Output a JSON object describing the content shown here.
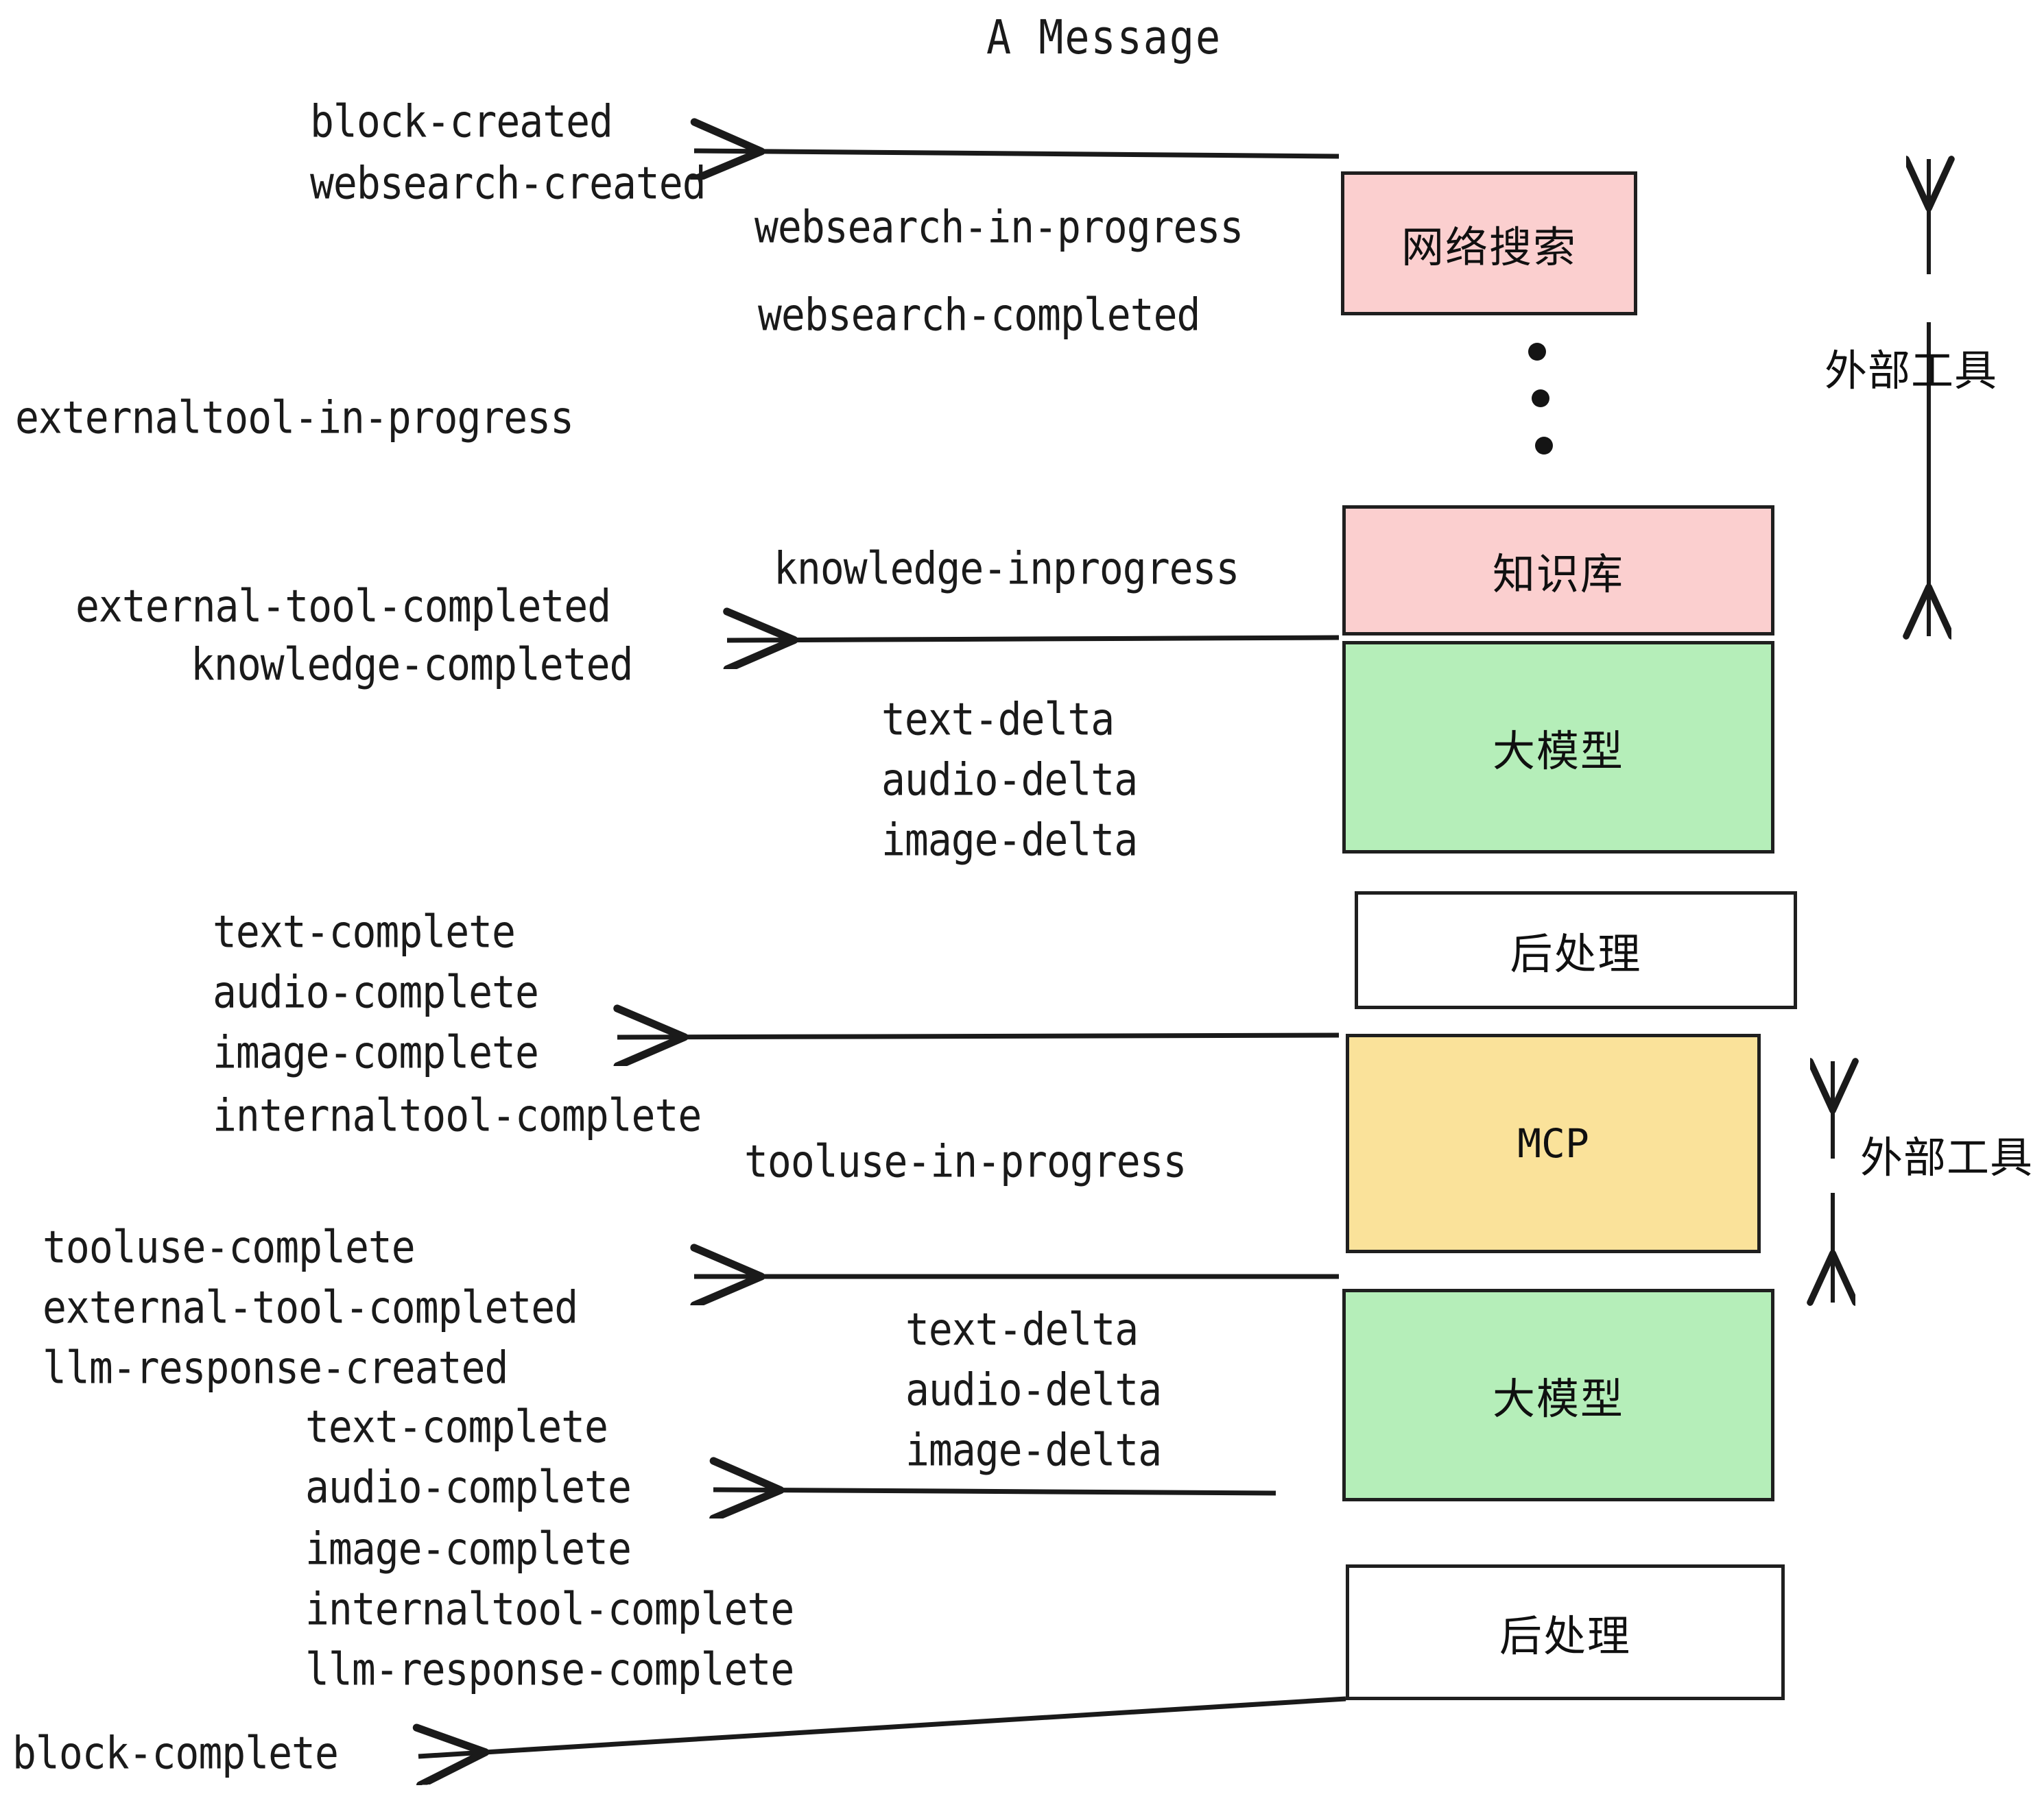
{
  "title": "A Message",
  "colors": {
    "pink": "#fbcfcf",
    "green": "#b5eeb9",
    "yellow": "#fae29a",
    "white": "#ffffff",
    "stroke": "#1f1f1f",
    "text": "#1a1a1a"
  },
  "boxes": {
    "websearch": "网络搜索",
    "knowledge": "知识库",
    "llm_top": "大模型",
    "postprocess_top": "后处理",
    "mcp": "MCP",
    "llm_bottom": "大模型",
    "postprocess_bottom": "后处理"
  },
  "side_labels": {
    "external_tools_top": "外部工具",
    "external_tools_bottom": "外部工具"
  },
  "events": {
    "block_created": "block-created",
    "websearch_created": "websearch-created",
    "websearch_in_progress": "websearch-in-progress",
    "websearch_completed": "websearch-completed",
    "externaltool_in_progress": "externaltool-in-progress",
    "knowledge_inprogress": "knowledge-inprogress",
    "external_tool_completed_1": "external-tool-completed",
    "knowledge_completed": "knowledge-completed",
    "text_delta_1": "text-delta",
    "audio_delta_1": "audio-delta",
    "image_delta_1": "image-delta",
    "text_complete_1": "text-complete",
    "audio_complete_1": "audio-complete",
    "image_complete_1": "image-complete",
    "internaltool_complete_1": "internaltool-complete",
    "tooluse_in_progress": "tooluse-in-progress",
    "tooluse_complete": "tooluse-complete",
    "external_tool_completed_2": "external-tool-completed",
    "llm_response_created": "llm-response-created",
    "text_delta_2": "text-delta",
    "audio_delta_2": "audio-delta",
    "image_delta_2": "image-delta",
    "text_complete_2": "text-complete",
    "audio_complete_2": "audio-complete",
    "image_complete_2": "image-complete",
    "internaltool_complete_2": "internaltool-complete",
    "llm_response_complete": "llm-response-complete",
    "block_complete": "block-complete"
  }
}
